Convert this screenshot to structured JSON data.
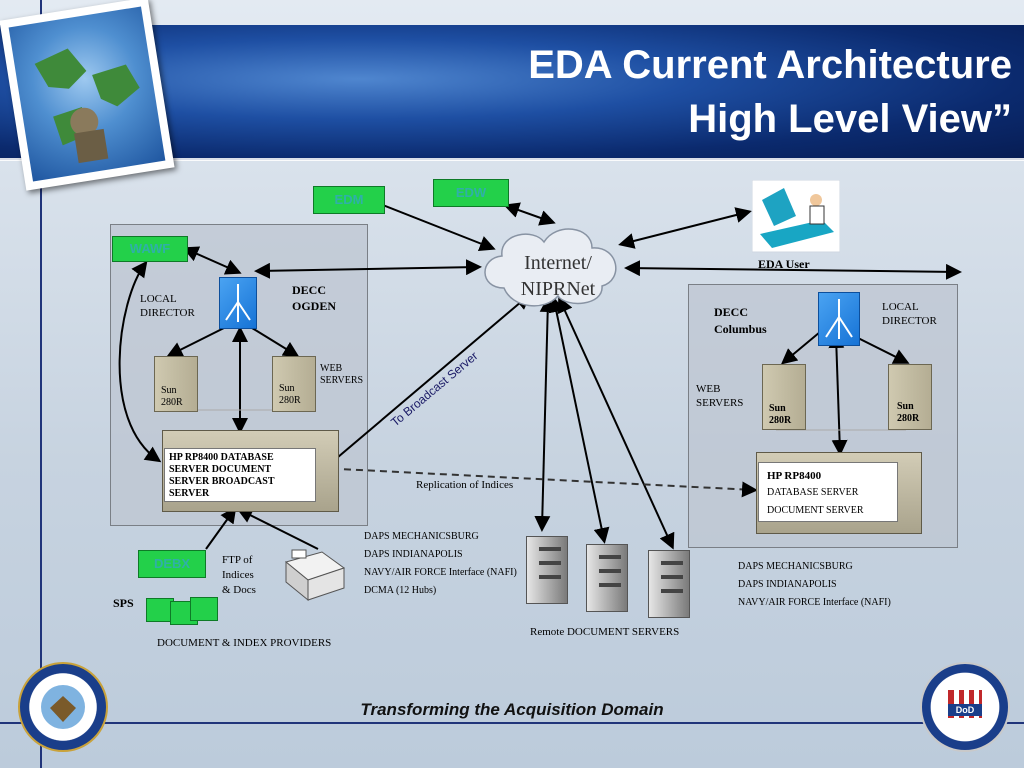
{
  "title": {
    "line1": "EDA Current Architecture",
    "line2": "High Level View”"
  },
  "footer": "Transforming the Acquisition Domain",
  "boxes": {
    "edm": "EDM",
    "edw": "EDW",
    "wawf": "WAWF",
    "debx": "DEBX"
  },
  "cloud": {
    "line1": "Internet/",
    "line2": "NIPRNet"
  },
  "eda_user": "EDA User",
  "ogden": {
    "decc": "DECC",
    "site": "OGDEN",
    "local": "LOCAL",
    "director": "DIRECTOR",
    "web": "WEB",
    "servers": "SERVERS",
    "sun1a": "Sun",
    "sun1b": "280R",
    "sun2a": "Sun",
    "sun2b": "280R",
    "db": [
      "HP RP8400  DATABASE",
      "SERVER DOCUMENT",
      "SERVER BROADCAST",
      "SERVER"
    ]
  },
  "columbus": {
    "decc": "DECC",
    "site": "Columbus",
    "local": "LOCAL",
    "director": "DIRECTOR",
    "web": "WEB",
    "servers": "SERVERS",
    "sun1a": "Sun",
    "sun1b": "280R",
    "sun2a": "Sun",
    "sun2b": "280R",
    "db": [
      "HP RP8400",
      "DATABASE SERVER",
      "DOCUMENT SERVER"
    ]
  },
  "broadcast": "To Broadcast Server",
  "replication": "Replication  of Indices",
  "daps_mid": [
    "DAPS MECHANICSBURG",
    "DAPS INDIANAPOLIS",
    "NAVY/AIR FORCE Interface (NAFI)",
    "DCMA (12 Hubs)"
  ],
  "daps_right": [
    "DAPS MECHANICSBURG",
    "DAPS INDIANAPOLIS",
    "NAVY/AIR FORCE Interface (NAFI)"
  ],
  "remote": "Remote DOCUMENT SERVERS",
  "ftp": [
    "FTP of",
    "Indices",
    "& Docs"
  ],
  "sps": "SPS",
  "providers": "DOCUMENT  &  INDEX  PROVIDERS",
  "colors": {
    "green_box": "#23d04a",
    "banner": "#0b2a6e",
    "router": "#1673d6"
  }
}
